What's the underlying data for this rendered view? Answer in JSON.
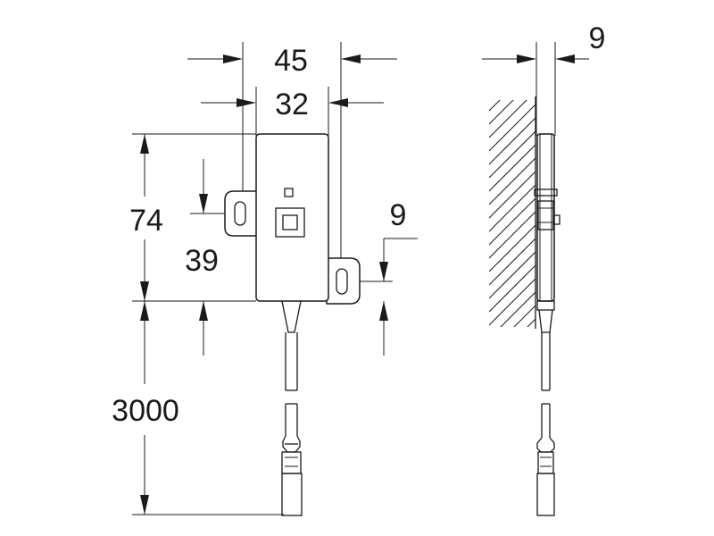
{
  "dimensions": {
    "width_outer": "45",
    "width_inner": "32",
    "height_total": "74",
    "height_mount": "39",
    "hole_offset": "9",
    "wall_gap": "9",
    "cable_length": "3000"
  }
}
